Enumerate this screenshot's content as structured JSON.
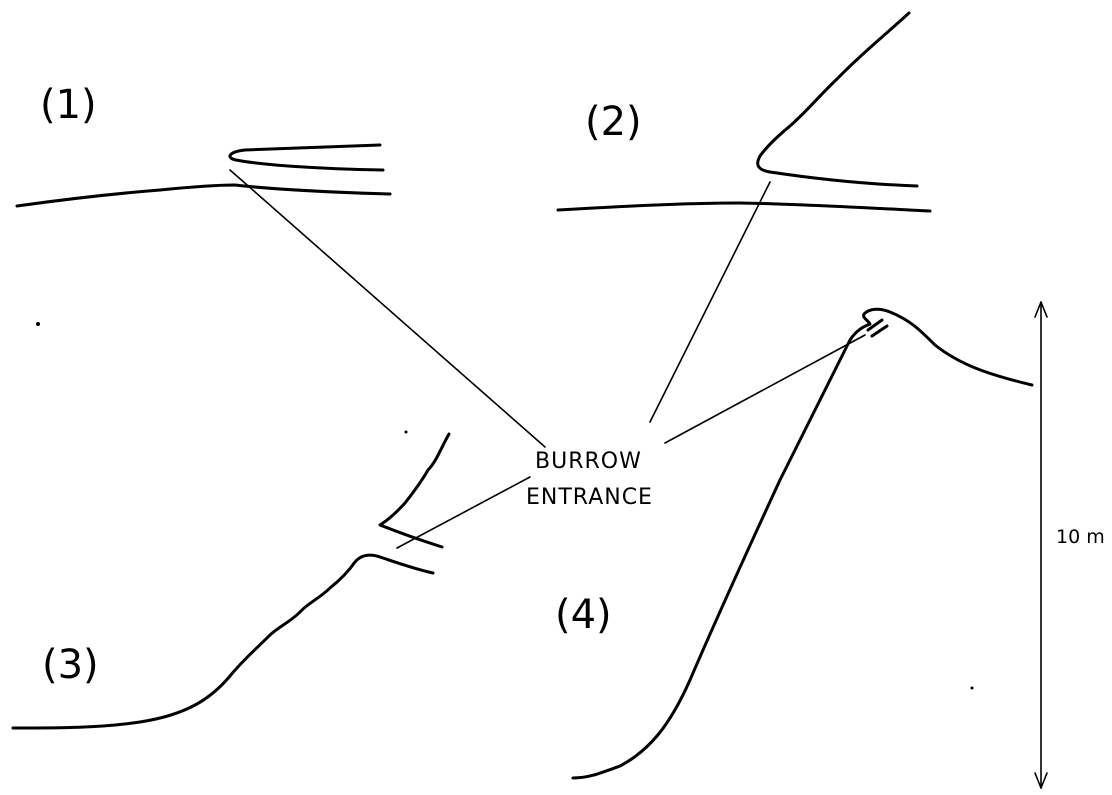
{
  "panels": [
    {
      "label": "(1)"
    },
    {
      "label": "(2)"
    },
    {
      "label": "(3)"
    },
    {
      "label": "(4)"
    }
  ],
  "callout": {
    "line1": "BURROW",
    "line2": "ENTRANCE"
  },
  "scale_bar": {
    "label": "10 m",
    "length_m": 10
  }
}
